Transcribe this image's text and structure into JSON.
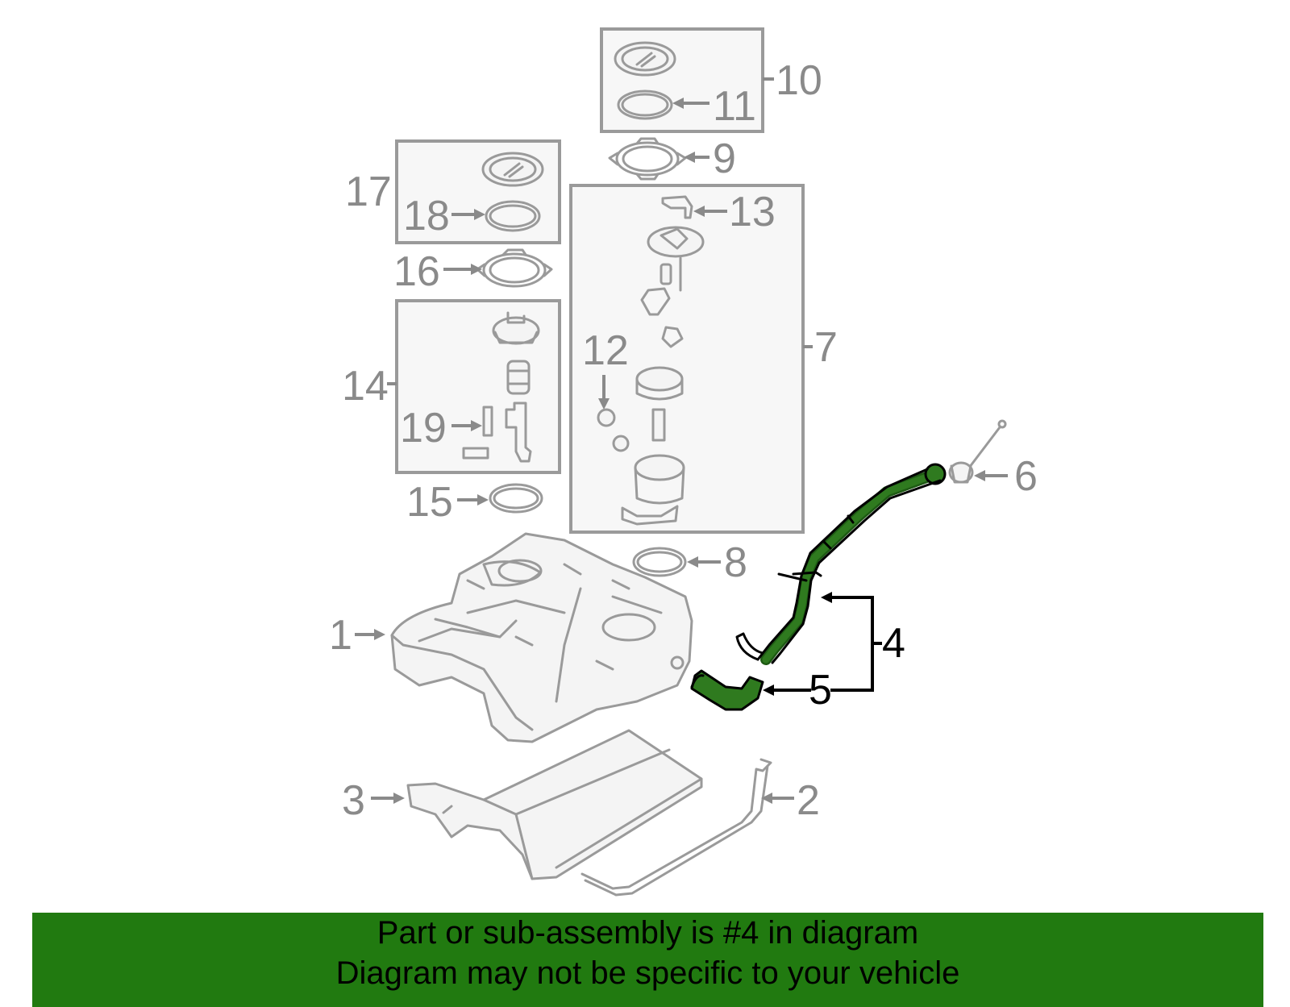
{
  "diagram": {
    "callouts": {
      "c1": "1",
      "c2": "2",
      "c3": "3",
      "c4": "4",
      "c5": "5",
      "c6": "6",
      "c7": "7",
      "c8": "8",
      "c9": "9",
      "c10": "10",
      "c11": "11",
      "c12": "12",
      "c13": "13",
      "c14": "14",
      "c15": "15",
      "c16": "16",
      "c17": "17",
      "c18": "18",
      "c19": "19"
    },
    "highlight_color": "#2f7a1f"
  },
  "banner": {
    "line1": "Part or sub-assembly is #4 in diagram",
    "line2": "Diagram may not be specific to your vehicle",
    "background": "#217a10"
  }
}
